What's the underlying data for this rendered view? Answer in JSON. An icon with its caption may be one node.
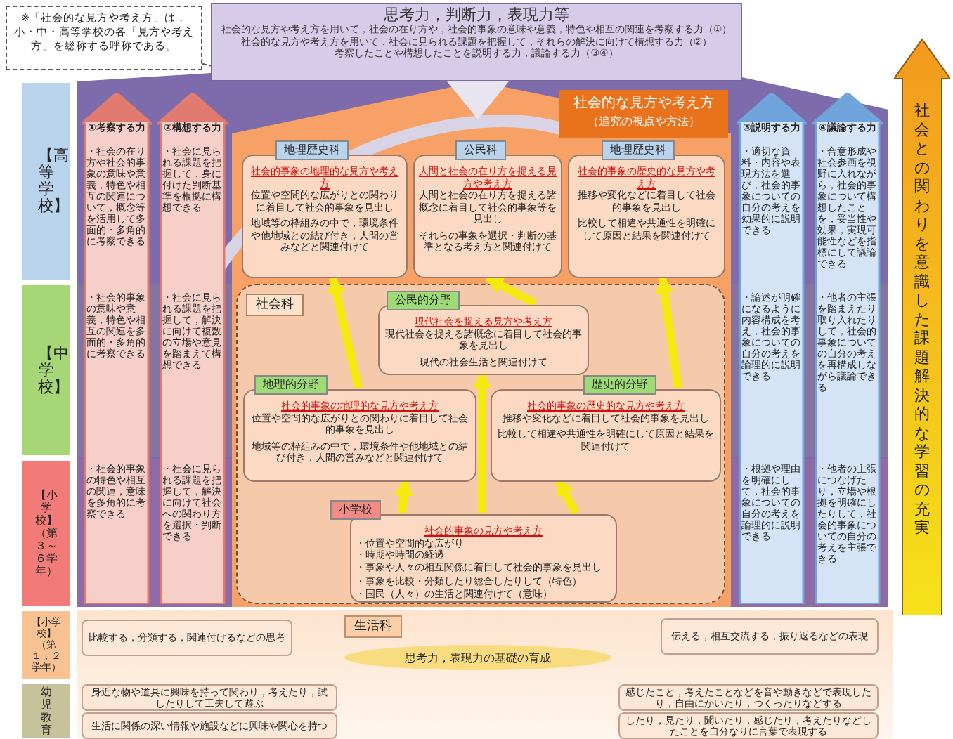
{
  "diagram": {
    "nodes": [
      {
        "text": [
          "※「社会的な見方や考え方」は，小・中・高等学校の各「見方や考え方」を総称する呼称である。"
        ]
      },
      {
        "text": [
          "思考力，判断力，表現力等",
          "社会的な見方や考え方を用いて，社会の在り方や，社会的事象の意味や意義，特色や相互の関連を考察する力（①）",
          "社会的な見方や考え方を用いて，社会に見られる課題を把握して，それらの解決に向けて構想する力（②）",
          "考察したことや構想したことを説明する力，議論する力（③④）"
        ]
      },
      {
        "text": [
          "【高等学校】"
        ]
      },
      {
        "text": [
          "【中学校】"
        ]
      },
      {
        "text": [
          "【小学校】（第３～６学年）"
        ]
      },
      {
        "text": [
          "【小学校】（第１，２学年）"
        ]
      },
      {
        "text": [
          "幼児教育"
        ]
      },
      {
        "text": [
          "社会的な見方や考え方",
          "（追究の視点や方法）"
        ]
      },
      {
        "text": [
          "地理歴史科",
          "社会的事象の地理的な見方や考え方",
          "位置や空間的な広がりとの関わりに着目して社会的事象を見出し",
          "地域等の枠組みの中で，環境条件や他地域との結び付き，人間の営みなどと関連付けて"
        ]
      },
      {
        "text": [
          "公民科",
          "人間と社会の在り方を捉える見方や考え方",
          "人間と社会の在り方を捉える諸概念に着目して社会的事象等を見出し",
          "それらの事象を選択・判断の基準となる考え方と関連付けて"
        ]
      },
      {
        "text": [
          "地理歴史科",
          "社会的事象の歴史的な見方や考え方",
          "推移や変化などに着目して社会的事象を見出し",
          "比較して相違や共通性を明確にして原因と結果を関連付けて"
        ]
      },
      {
        "text": [
          "社会科"
        ]
      },
      {
        "text": [
          "公民的分野",
          "現代社会を捉える見方や考え方",
          "現代社会を捉える諸概念に着目して社会的事象を見出し",
          "現代の社会生活と関連付けて"
        ],
        "in": 11
      },
      {
        "text": [
          "地理的分野",
          "社会的事象の地理的な見方や考え方",
          "位置や空間的な広がりとの関わりに着目して社会的事象を見出し",
          "地域等の枠組みの中で，環境条件や他地域との結び付き，人間の営みなどと関連付けて"
        ],
        "in": 11
      },
      {
        "text": [
          "歴史的分野",
          "社会的事象の歴史的な見方や考え方",
          "推移や変化などに着目して社会的事象を見出し",
          "比較して相違や共通性を明確にして原因と結果を関連付けて"
        ],
        "in": 11
      },
      {
        "text": [
          "小学校",
          "社会的事象の見方や考え方",
          "・位置や空間的な広がり",
          "・時期や時間の経過",
          "・事象や人々の相互関係に着目して社会的事象を見出し",
          "・事象を比較・分類したり総合したりして（特色）",
          "・国民（人々）の生活と関連付けて（意味）"
        ],
        "in": 11
      },
      {
        "text": [
          "①考察する力",
          "・社会の在り方や社会的事象の意味や意義，特色や相互の関連について，概念等を活用して多面的・多角的に考察できる",
          "・社会的事象の意味や意義，特色や相互の関連を多面的・多角的に考察できる",
          "・社会的事象の特色や相互の関連，意味を多角的に考察できる"
        ]
      },
      {
        "text": [
          "②構想する力",
          "・社会に見られる課題を把握して，身に付けた判断基準を根拠に構想できる",
          "・社会に見られる課題を把握して，解決に向けて複数の立場や意見を踏まえて構想できる",
          "・社会に見られる課題を把握して，解決に向けて社会への関わり方を選択・判断できる"
        ]
      },
      {
        "text": [
          "③説明する力",
          "・適切な資料・内容や表現方法を選び，社会的事象についての自分の考えを効果的に説明できる",
          "・論述が明確になるように内容構成を考え，社会的事象についての自分の考えを論理的に説明できる",
          "・根拠や理由を明確にして，社会的事象についての自分の考えを論理的に説明できる"
        ]
      },
      {
        "text": [
          "④議論する力",
          "・合意形成や社会参画を視野に入れながら，社会的事象について構想したことを，妥当性や効果，実現可能性などを指標にして議論できる",
          "・他者の主張を踏まえたり取り入れたりして，社会的事象についての自分の考えを再構成しながら議論できる",
          "・他者の主張につなげたり，立場や根拠を明確にしたりして，社会的事象についての自分の考えを主張できる"
        ]
      },
      {
        "text": [
          "社会との関わりを意識した課題解決的な学習の充実"
        ]
      },
      {
        "text": [
          "生活科",
          "思考力，表現力の基礎の育成"
        ]
      },
      {
        "text": [
          "比較する，分類する，関連付けるなどの思考"
        ]
      },
      {
        "text": [
          "伝える，相互交流する，振り返るなどの表現"
        ]
      },
      {
        "text": [
          "身近な物や道具に興味を持って関わり，考えたり，試したりして工夫して遊ぶ"
        ]
      },
      {
        "text": [
          "生活に関係の深い情報や施設などに興味や関心を持つ"
        ]
      },
      {
        "text": [
          "感じたこと，考えたことなどを音や動きなどで表現したり，自由にかいたり，つくったりなどする"
        ]
      },
      {
        "text": [
          "したり，見たり，聞いたり，感じたり，考えたりなどしたことを自分なりに言葉で表現する"
        ]
      }
    ],
    "edges": [
      {
        "from": 15,
        "to": 13,
        "arrow": "to"
      },
      {
        "from": 15,
        "to": 12,
        "arrow": "to"
      },
      {
        "from": 15,
        "to": 14,
        "arrow": "to"
      },
      {
        "from": 13,
        "to": 8,
        "arrow": "to"
      },
      {
        "from": 12,
        "to": 9,
        "arrow": "to"
      },
      {
        "from": 14,
        "to": 10,
        "arrow": "to"
      },
      {
        "from": 0,
        "to": 1,
        "arrow": "none",
        "style": "dashed",
        "color": "#555555"
      }
    ]
  }
}
